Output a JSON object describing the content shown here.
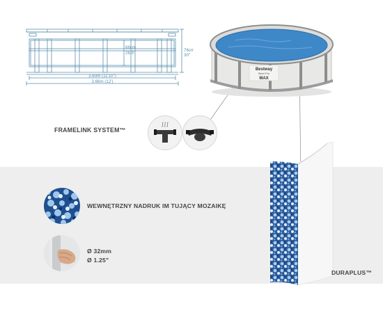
{
  "diagram": {
    "height_inner_metric": "68cm",
    "height_inner_imperial": "26.5\"",
    "height_outer_metric": "76cm",
    "height_outer_imperial": "30\"",
    "width_inner": "3.60m (11'10\")",
    "width_outer": "3.66m (12')"
  },
  "pool": {
    "brand": "Bestway",
    "model_line": "Steel Pro",
    "model": "MAX"
  },
  "features": {
    "framelink": "FRAMELINK SYSTEM™",
    "mosaic": "WEWNĘTRZNY NADRUK IM  TUJĄCY MOZAIKĘ",
    "diameter_metric": "Ø 32mm",
    "diameter_imperial": "Ø 1.25\"",
    "duraplus": "DURAPLUS™"
  },
  "colors": {
    "diagram_line": "#5b8fae",
    "water": "#3f88c8",
    "panel": "#eeeeee",
    "text": "#444444"
  },
  "icons": [
    "framelink-connector-icon",
    "framelink-clip-icon",
    "mosaic-sample-icon",
    "pipe-grip-icon"
  ]
}
